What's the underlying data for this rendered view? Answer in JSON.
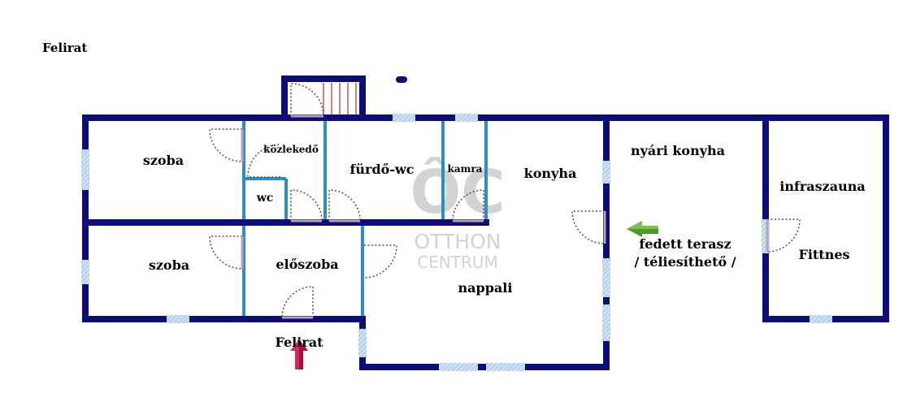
{
  "caption_top": "Felirat",
  "caption_entrance": "Felirat",
  "rooms": {
    "szoba_upper": "szoba",
    "kozlekedo": "közlekedő",
    "furdo_wc": "fürdő-wc",
    "kamra": "kamra",
    "konyha": "konyha",
    "nyari_konyha": "nyári konyha",
    "infraszauna": "infraszauna",
    "wc": "wc",
    "szoba_lower": "szoba",
    "eloszoba": "előszoba",
    "nappali": "nappali",
    "terasz_line1": "fedett terasz",
    "terasz_line2": "/ téliesíthető /",
    "fittnes": "Fittnes"
  },
  "watermark": {
    "logo_text": "ÔC",
    "line1": "OTTHON",
    "line2": "CENTRUM"
  },
  "colors": {
    "outer_wall": "#0d0d7a",
    "inner_wall": "#2b90c0",
    "window": "#a8cde8",
    "door_swing": "#6b4a2a",
    "stair": "#b03030",
    "entrance_arrow": "#d6285a",
    "terrace_arrow": "#4a9a2a",
    "watermark": "#d3d3d3"
  },
  "icons": {
    "entrance_arrow": "arrow-up-icon",
    "terrace_arrow": "arrow-left-icon"
  }
}
